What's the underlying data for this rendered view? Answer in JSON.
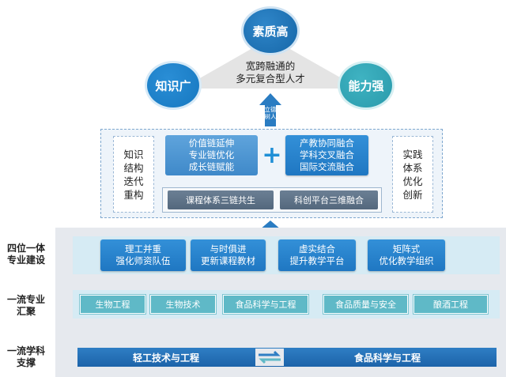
{
  "circles": {
    "top": "素质高",
    "left": "知识广",
    "right": "能力强"
  },
  "talent": {
    "line1": "宽跨融通的",
    "line2": "多元复合型人才"
  },
  "arrow_label": {
    "line1": "立德",
    "line2": "树人"
  },
  "upper_panel": {
    "left_side": [
      "知识",
      "结构",
      "迭代",
      "重构"
    ],
    "right_side": [
      "实践",
      "体系",
      "优化",
      "创新"
    ],
    "value_chain": [
      "价值链延伸",
      "专业链优化",
      "成长链赋能"
    ],
    "plus": "+",
    "integration": [
      "产教协同融合",
      "学科交叉融合",
      "国际交流融合"
    ],
    "chain_course": "课程体系三链共生",
    "chain_platform": "科创平台三维融合"
  },
  "levels": {
    "row1_label": [
      "四位一体",
      "专业建设"
    ],
    "row1_items": [
      [
        "理工并重",
        "强化师资队伍"
      ],
      [
        "与时俱进",
        "更新课程教材"
      ],
      [
        "虚实结合",
        "提升教学平台"
      ],
      [
        "矩阵式",
        "优化教学组织"
      ]
    ],
    "row2_label": [
      "一流专业",
      "汇聚"
    ],
    "row2_items": [
      "生物工程",
      "生物技术",
      "食品科学与工程",
      "食品质量与安全",
      "酿酒工程"
    ],
    "row3_label": [
      "一流学科",
      "支撑"
    ],
    "row3_left": "轻工技术与工程",
    "row3_right": "食品科学与工程"
  },
  "colors": {
    "primary_blue": "#1f77c2",
    "teal": "#5fb9c7",
    "gray_band": "#e6e9ee",
    "panel_bg": "#eef4fa"
  }
}
